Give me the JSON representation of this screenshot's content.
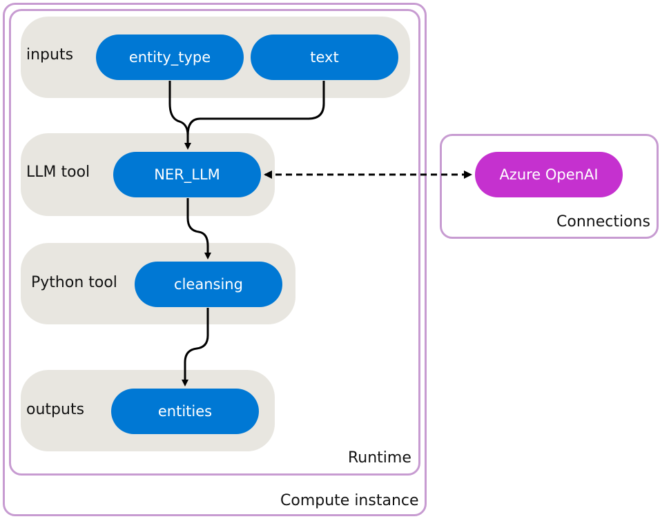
{
  "compute_instance": {
    "label": "Compute instance"
  },
  "runtime": {
    "label": "Runtime"
  },
  "connections": {
    "label": "Connections"
  },
  "groups": {
    "inputs": {
      "label": "inputs",
      "nodes": [
        "entity_type",
        "text"
      ]
    },
    "llm_tool": {
      "label": "LLM tool",
      "node": "NER_LLM"
    },
    "python_tool": {
      "label": "Python tool",
      "node": "cleansing"
    },
    "outputs": {
      "label": "outputs",
      "node": "entities"
    }
  },
  "connection_node": "Azure OpenAI",
  "colors": {
    "node": "#0078d4",
    "connection_node": "#c531cf",
    "group_bg": "#e8e6e0",
    "container_border": "#c79bd1"
  },
  "edges": [
    {
      "from": "entity_type",
      "to": "NER_LLM",
      "style": "solid"
    },
    {
      "from": "text",
      "to": "NER_LLM",
      "style": "solid"
    },
    {
      "from": "NER_LLM",
      "to": "cleansing",
      "style": "solid"
    },
    {
      "from": "cleansing",
      "to": "entities",
      "style": "solid"
    },
    {
      "from": "NER_LLM",
      "to": "Azure OpenAI",
      "style": "dashed",
      "bidirectional": true
    }
  ]
}
